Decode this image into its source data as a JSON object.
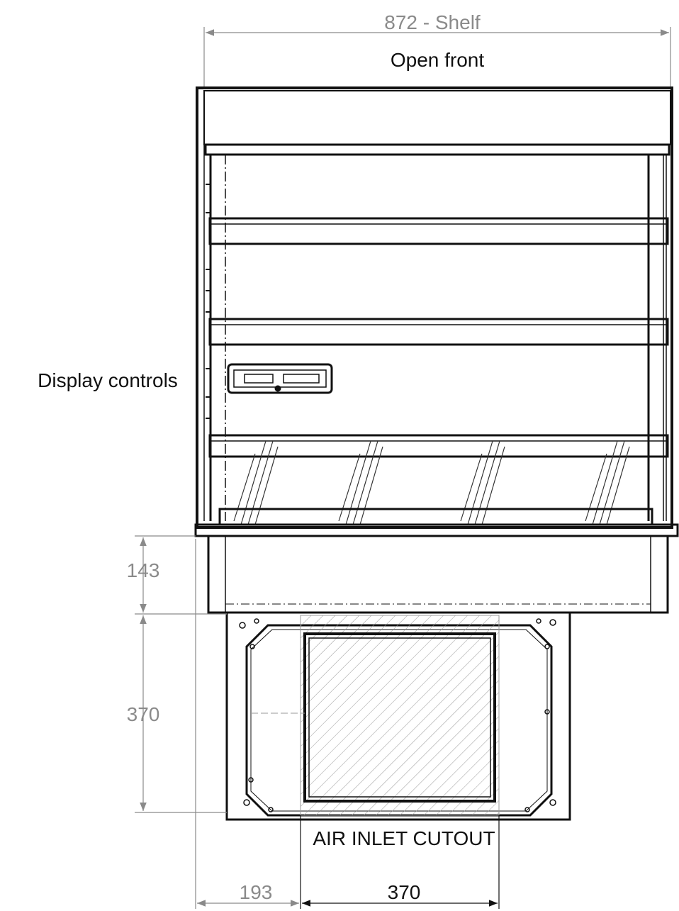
{
  "dimensions": {
    "shelf_width": "872 - Shelf",
    "base_height": "143",
    "cutout_height": "370",
    "left_offset": "193",
    "cutout_width": "370"
  },
  "labels": {
    "open_front": "Open front",
    "display_controls": "Display controls",
    "air_inlet": "AIR INLET CUTOUT"
  },
  "colors": {
    "outline": "#111111",
    "dimension": "#8a8a8a",
    "background": "#ffffff"
  }
}
